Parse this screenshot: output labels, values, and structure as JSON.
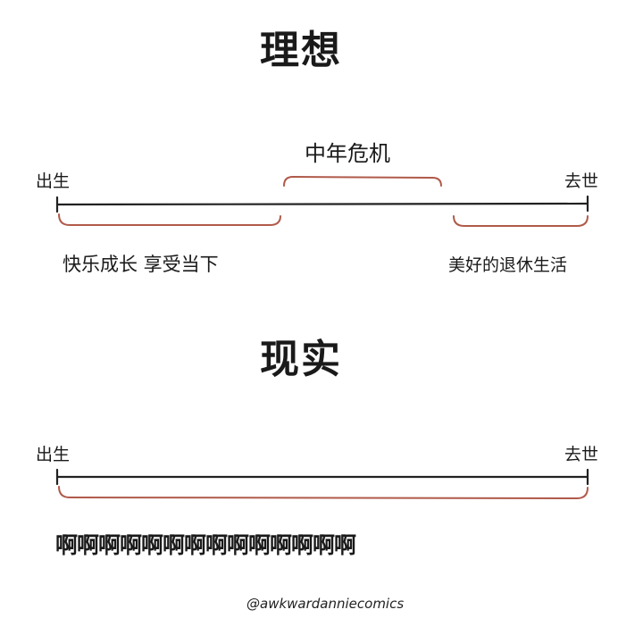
{
  "ideal": {
    "title": "理想",
    "start": "出生",
    "end": "去世",
    "mid_top": "中年危机",
    "left_bottom": "快乐成长 享受当下",
    "right_bottom": "美好的退休生活"
  },
  "reality": {
    "title": "现实",
    "start": "出生",
    "end": "去世",
    "scream": "啊啊啊啊啊啊啊啊啊啊啊啊啊啊"
  },
  "credit": "@awkwardanniecomics"
}
